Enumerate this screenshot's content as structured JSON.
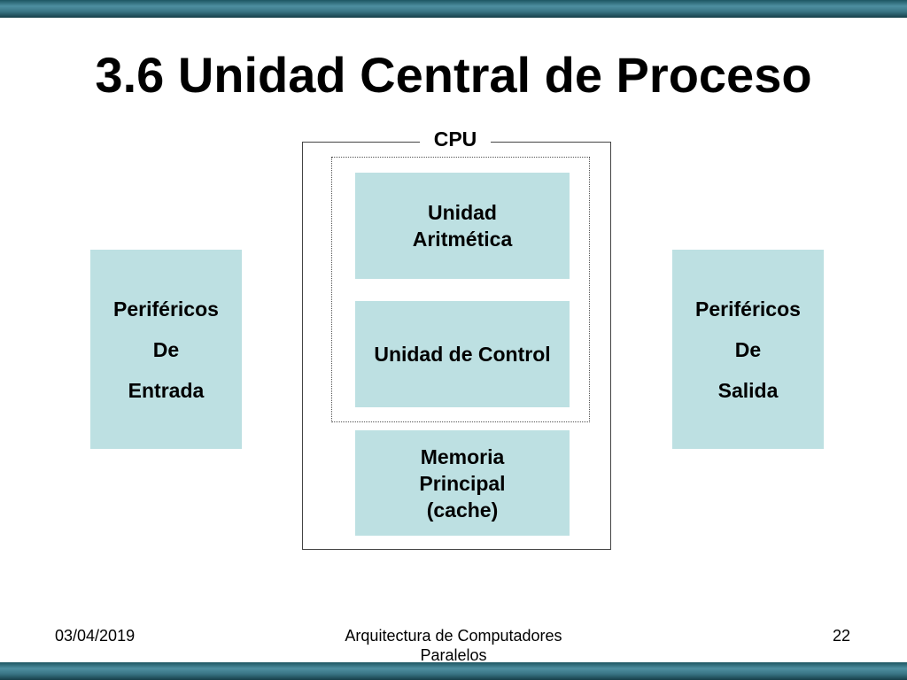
{
  "slide": {
    "title": "3.6 Unidad Central de Proceso"
  },
  "diagram": {
    "cpu_label": "CPU",
    "alu": {
      "line1": "Unidad",
      "line2": "Aritmética"
    },
    "control_unit": "Unidad de Control",
    "memory": {
      "line1": "Memoria",
      "line2": "Principal",
      "line3": "(cache)"
    },
    "input_peripherals": {
      "line1": "Periféricos",
      "line2": "De",
      "line3": "Entrada"
    },
    "output_peripherals": {
      "line1": "Periféricos",
      "line2": "De",
      "line3": "Salida"
    }
  },
  "footer": {
    "date": "03/04/2019",
    "course": "Arquitectura de Computadores Paralelos",
    "page_number": "22"
  },
  "colors": {
    "box_fill": "#bde0e2",
    "bar_color": "#3a7585"
  }
}
